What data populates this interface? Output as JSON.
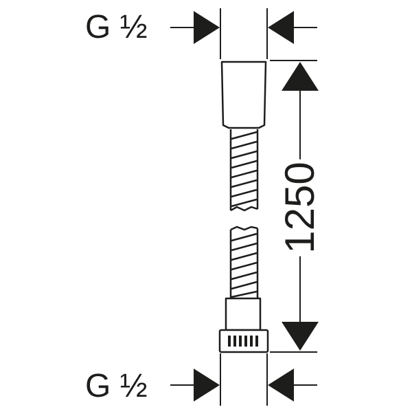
{
  "drawing": {
    "thread_top": "G ½",
    "thread_bottom": "G ½",
    "length": "1250",
    "ink_color": "#1d1d1b",
    "background_color": "#ffffff"
  }
}
